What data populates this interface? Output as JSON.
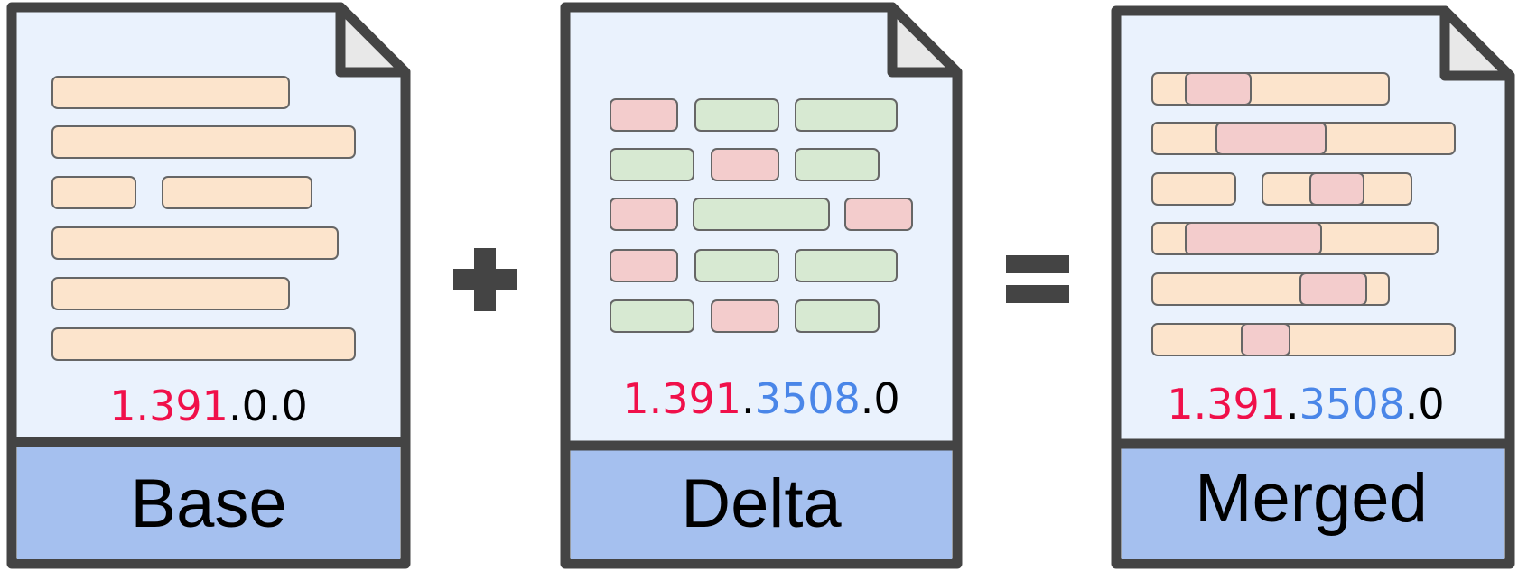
{
  "colors": {
    "doc_fill": "#eaf2fd",
    "doc_stroke": "#444444",
    "label_band": "#a5c0ef",
    "fold": "#e8e8e8",
    "base_block": "#fce4cc",
    "removed_block": "#f3cccc",
    "added_block": "#d7e9d2",
    "version_major": "#f0104a",
    "version_build": "#4a86e8",
    "version_rest": "#000000"
  },
  "documents": [
    {
      "label": "Base",
      "version": {
        "major": "1.391",
        "sep1": ".",
        "build": "0",
        "sep2": ".",
        "patch": "0"
      }
    },
    {
      "label": "Delta",
      "version": {
        "major": "1.391",
        "sep1": ".",
        "build": "3508",
        "sep2": ".",
        "patch": "0"
      }
    },
    {
      "label": "Merged",
      "version": {
        "major": "1.391",
        "sep1": ".",
        "build": "3508",
        "sep2": ".",
        "patch": "0"
      }
    }
  ],
  "operators": {
    "plus": "+",
    "equals": "="
  }
}
